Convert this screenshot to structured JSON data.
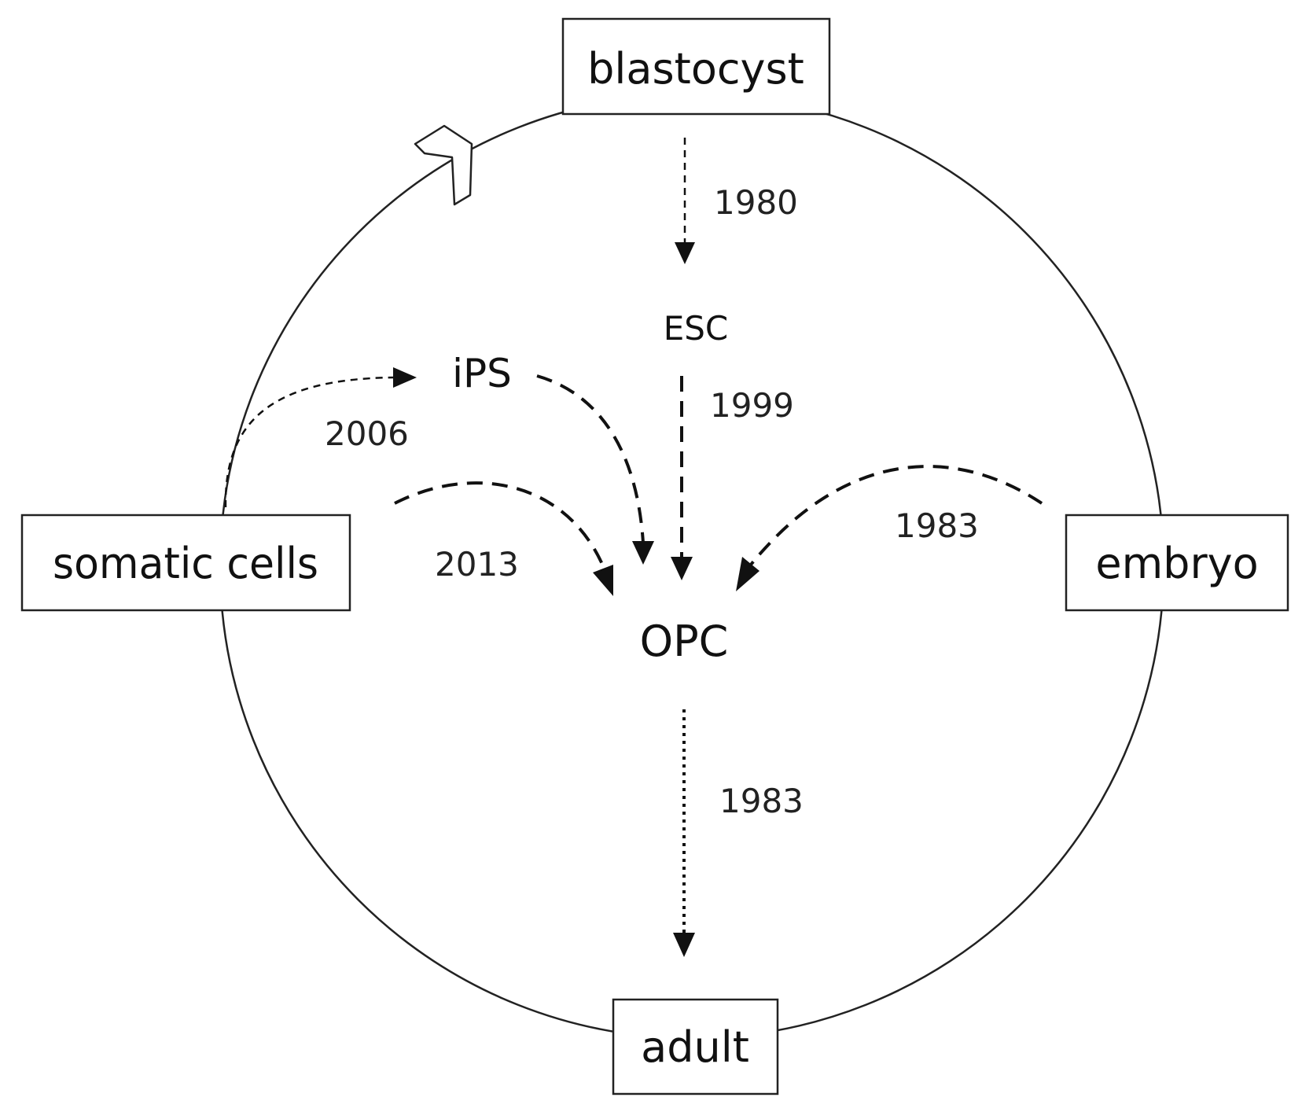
{
  "stages": {
    "blastocyst": "blastocyst",
    "somatic_cells": "somatic cells",
    "embryo": "embryo",
    "adult": "adult"
  },
  "cell_types": {
    "esc": "ESC",
    "ips": "iPS",
    "opc": "OPC"
  },
  "years": {
    "blastocyst_to_esc": "1980",
    "esc_to_opc": "1999",
    "somatic_to_ips": "2006",
    "somatic_to_opc": "2013",
    "embryo_to_opc": "1983",
    "opc_to_adult": "1983"
  },
  "colors": {
    "line": "#111111",
    "background": "#ffffff"
  }
}
